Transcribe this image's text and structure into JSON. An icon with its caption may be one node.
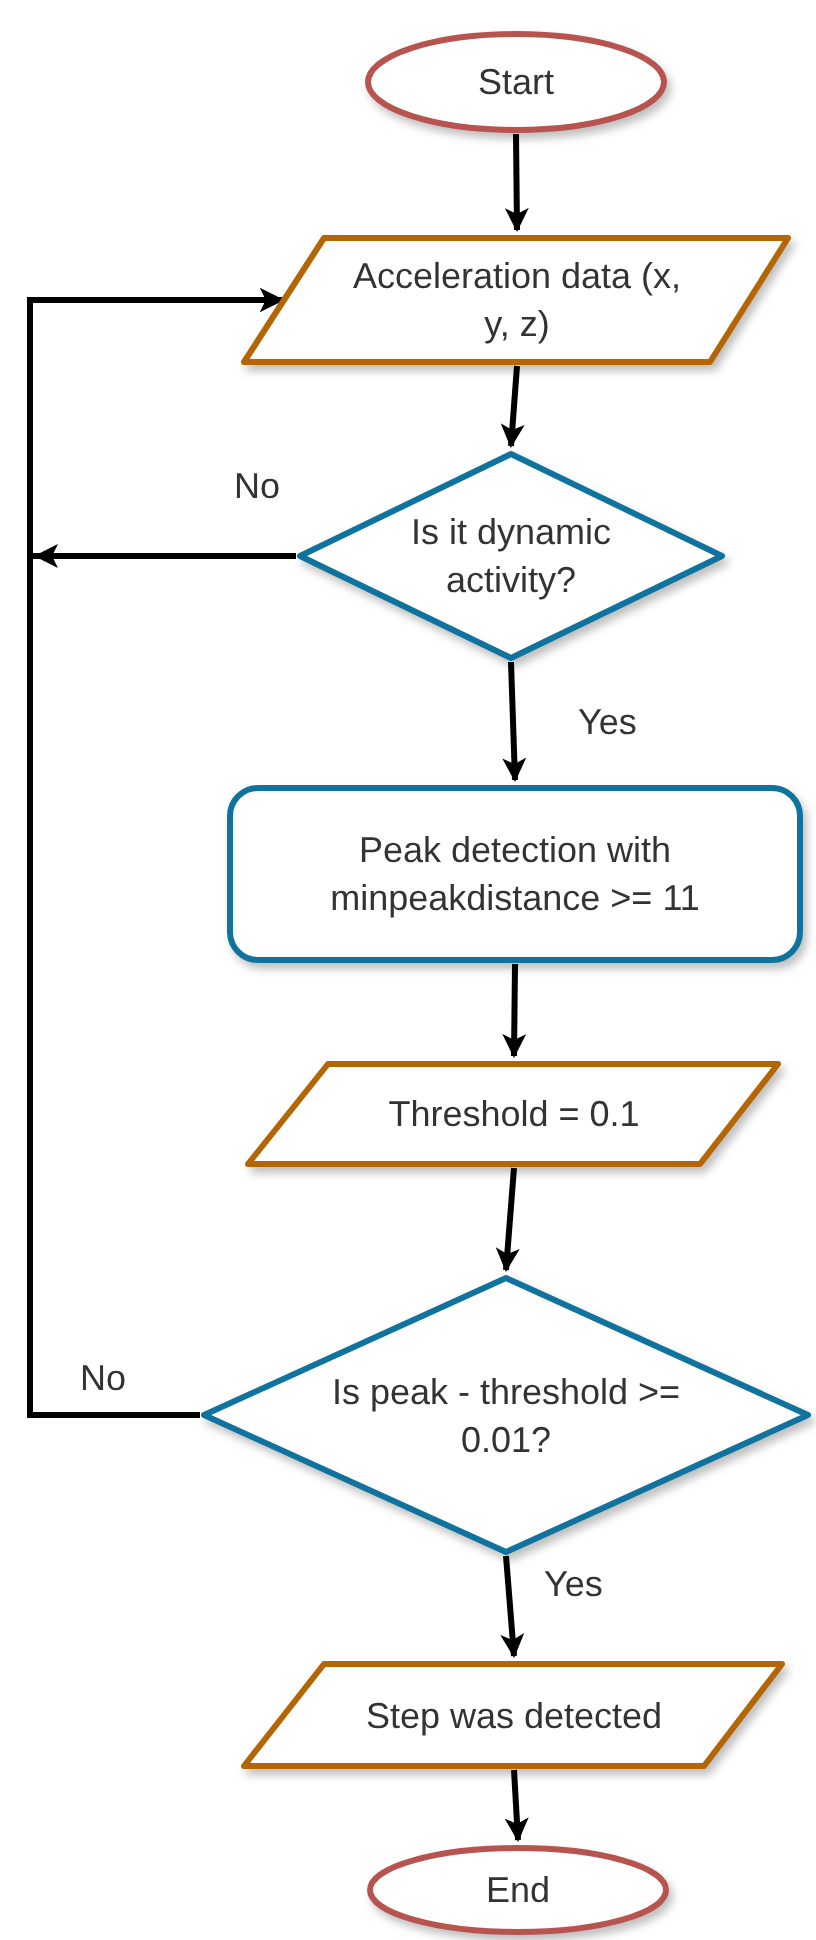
{
  "diagram": {
    "nodes": [
      {
        "text": [
          "Start"
        ]
      },
      {
        "text": [
          "Acceleration data (x, y, z)"
        ]
      },
      {
        "text": [
          "Is it dynamic activity?"
        ]
      },
      {
        "text": [
          "Peak detection with minpeakdistance >= 11"
        ]
      },
      {
        "text": [
          "Threshold = 0.1"
        ]
      },
      {
        "text": [
          "Is peak - threshold >= 0.01?"
        ]
      },
      {
        "text": [
          "Step was detected"
        ]
      },
      {
        "text": [
          "End"
        ]
      }
    ],
    "edges": [
      {
        "from": 0,
        "to": 1,
        "arrow": "to"
      },
      {
        "from": 1,
        "to": 2,
        "arrow": "to"
      },
      {
        "from": 2,
        "to": 3,
        "arrow": "to",
        "label": "Yes"
      },
      {
        "from": 3,
        "to": 4,
        "arrow": "to"
      },
      {
        "from": 4,
        "to": 5,
        "arrow": "to"
      },
      {
        "from": 5,
        "to": 6,
        "arrow": "to",
        "label": "Yes"
      },
      {
        "from": 6,
        "to": 7,
        "arrow": "to"
      },
      {
        "from": 5,
        "to": 1,
        "arrow": "to",
        "label": "No"
      },
      {
        "from": 2,
        "to": 1,
        "arrow": "to",
        "label": "No"
      }
    ]
  }
}
